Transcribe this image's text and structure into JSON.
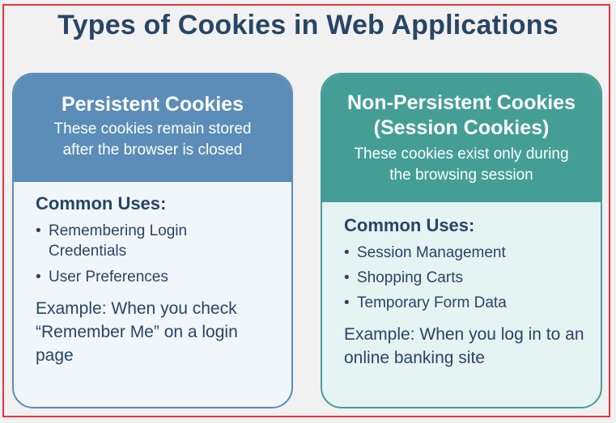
{
  "title": "Types of Cookies in Web Applications",
  "colors": {
    "frame_border": "#e8353f",
    "title_text": "#284565",
    "persistent_header": "#5b8db8",
    "persistent_body": "#f1f6fa",
    "session_header": "#449e96",
    "session_body": "#e6f3f3",
    "body_text": "#284565",
    "background": "#f1f1f1"
  },
  "cards": [
    {
      "title": "Persistent Cookies",
      "subtitle": "These cookies remain stored after the browser is closed",
      "uses_heading": "Common Uses:",
      "uses": [
        "Remembering Login Credentials",
        "User Preferences"
      ],
      "example": "Example: When you check “Remember Me” on a login page"
    },
    {
      "title": "Non-Persistent Cookies (Session Cookies)",
      "subtitle": "These cookies exist only during the browsing session",
      "uses_heading": "Common Uses:",
      "uses": [
        "Session Management",
        "Shopping Carts",
        "Temporary Form Data"
      ],
      "example": "Example: When you log in to an online banking site"
    }
  ]
}
